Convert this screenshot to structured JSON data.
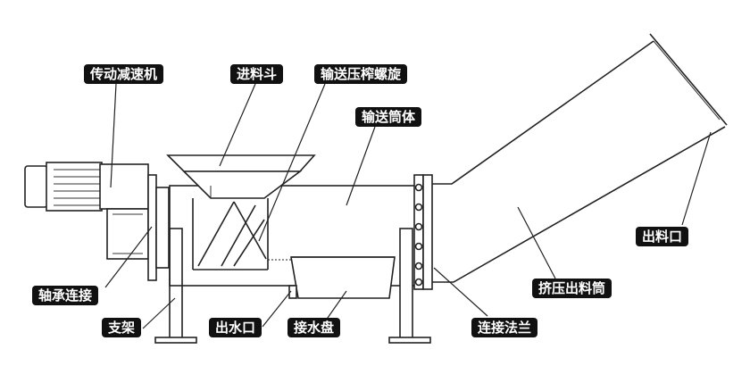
{
  "labels": {
    "motor": "传动减速机",
    "hopper": "进料斗",
    "screw": "输送压榨螺旋",
    "cylinder": "输送筒体",
    "outlet": "出料口",
    "bearing": "轴承连接",
    "support": "支架",
    "water_outlet": "出水口",
    "tray": "接水盘",
    "flange": "连接法兰",
    "press_tube": "挤压出料筒"
  }
}
